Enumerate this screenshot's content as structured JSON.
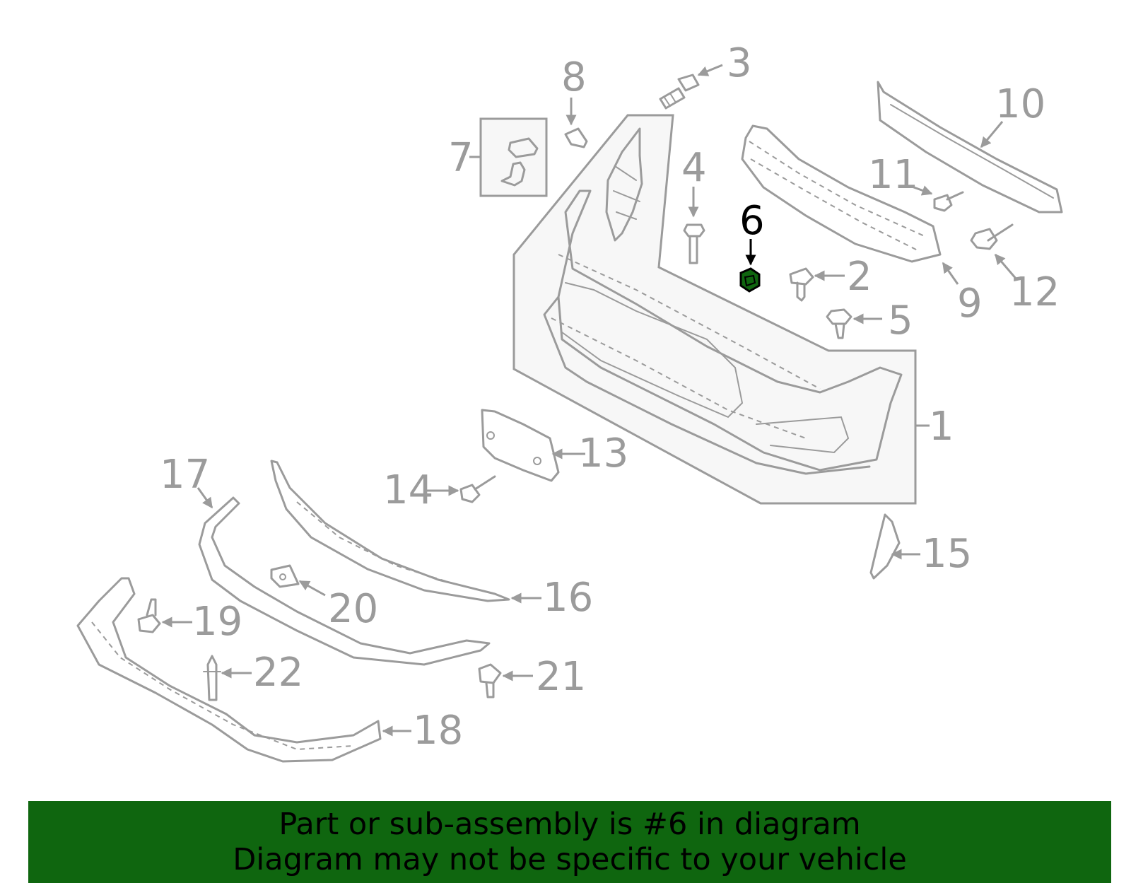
{
  "callouts": {
    "c1": "1",
    "c2": "2",
    "c3": "3",
    "c4": "4",
    "c5": "5",
    "c6": "6",
    "c7": "7",
    "c8": "8",
    "c9": "9",
    "c10": "10",
    "c11": "11",
    "c12": "12",
    "c13": "13",
    "c14": "14",
    "c15": "15",
    "c16": "16",
    "c17": "17",
    "c18": "18",
    "c19": "19",
    "c20": "20",
    "c21": "21",
    "c22": "22"
  },
  "highlighted_part": "6",
  "colors": {
    "banner": "#0f660f",
    "highlight": "#0f660f",
    "lines": "#9b9b9b"
  },
  "banner": {
    "line1": "Part or sub-assembly is #6 in diagram",
    "line2": "Diagram may not be specific to your vehicle"
  }
}
